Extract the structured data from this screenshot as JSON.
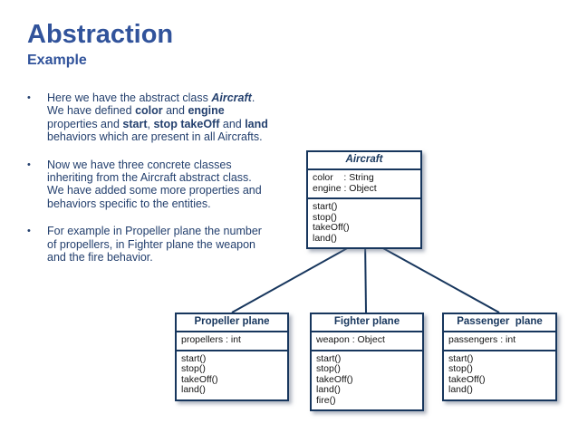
{
  "slide": {
    "title": "Abstraction",
    "subtitle": "Example",
    "colors": {
      "title_blue": "#31539B",
      "body_text_blue": "#24406E",
      "uml_border_navy": "#17365D"
    },
    "bullets": [
      {
        "parts": [
          {
            "text": "Here we have the abstract class "
          },
          {
            "text": "Aircraft",
            "style": "bold-italic"
          },
          {
            "text": ". We have defined "
          },
          {
            "text": "color",
            "style": "bold"
          },
          {
            "text": " and "
          },
          {
            "text": "engine",
            "style": "bold"
          },
          {
            "text": " properties and "
          },
          {
            "text": "start",
            "style": "bold"
          },
          {
            "text": ", "
          },
          {
            "text": "stop",
            "style": "bold"
          },
          {
            "text": " "
          },
          {
            "text": "takeOff",
            "style": "bold"
          },
          {
            "text": " and "
          },
          {
            "text": "land",
            "style": "bold"
          },
          {
            "text": " behaviors which are present in all Aircrafts."
          }
        ]
      },
      {
        "parts": [
          {
            "text": "Now we have three concrete classes inheriting from the Aircraft abstract class. We have added some more properties and behaviors specific to the entities."
          }
        ]
      },
      {
        "parts": [
          {
            "text": "For example in Propeller plane the number of propellers, in Fighter plane the weapon and the fire behavior."
          }
        ]
      }
    ],
    "diagram": {
      "relationship": "inheritance-arrow",
      "classes": [
        {
          "id": "aircraft",
          "name": "Aircraft",
          "name_style": "italic",
          "attributes": [
            "color    : String",
            "engine : Object"
          ],
          "methods": [
            "start()",
            "stop()",
            "takeOff()",
            "land()"
          ]
        },
        {
          "id": "propeller",
          "name": "Propeller plane",
          "attributes": [
            "propellers : int"
          ],
          "methods": [
            "start()",
            "stop()",
            "takeOff()",
            "land()"
          ]
        },
        {
          "id": "fighter",
          "name": "Fighter plane",
          "attributes": [
            "weapon : Object"
          ],
          "methods": [
            "start()",
            "stop()",
            "takeOff()",
            "land()",
            "fire()"
          ]
        },
        {
          "id": "passenger",
          "name": "Passenger  plane",
          "attributes": [
            "passengers : int"
          ],
          "methods": [
            "start()",
            "stop()",
            "takeOff()",
            "land()"
          ]
        }
      ]
    }
  }
}
